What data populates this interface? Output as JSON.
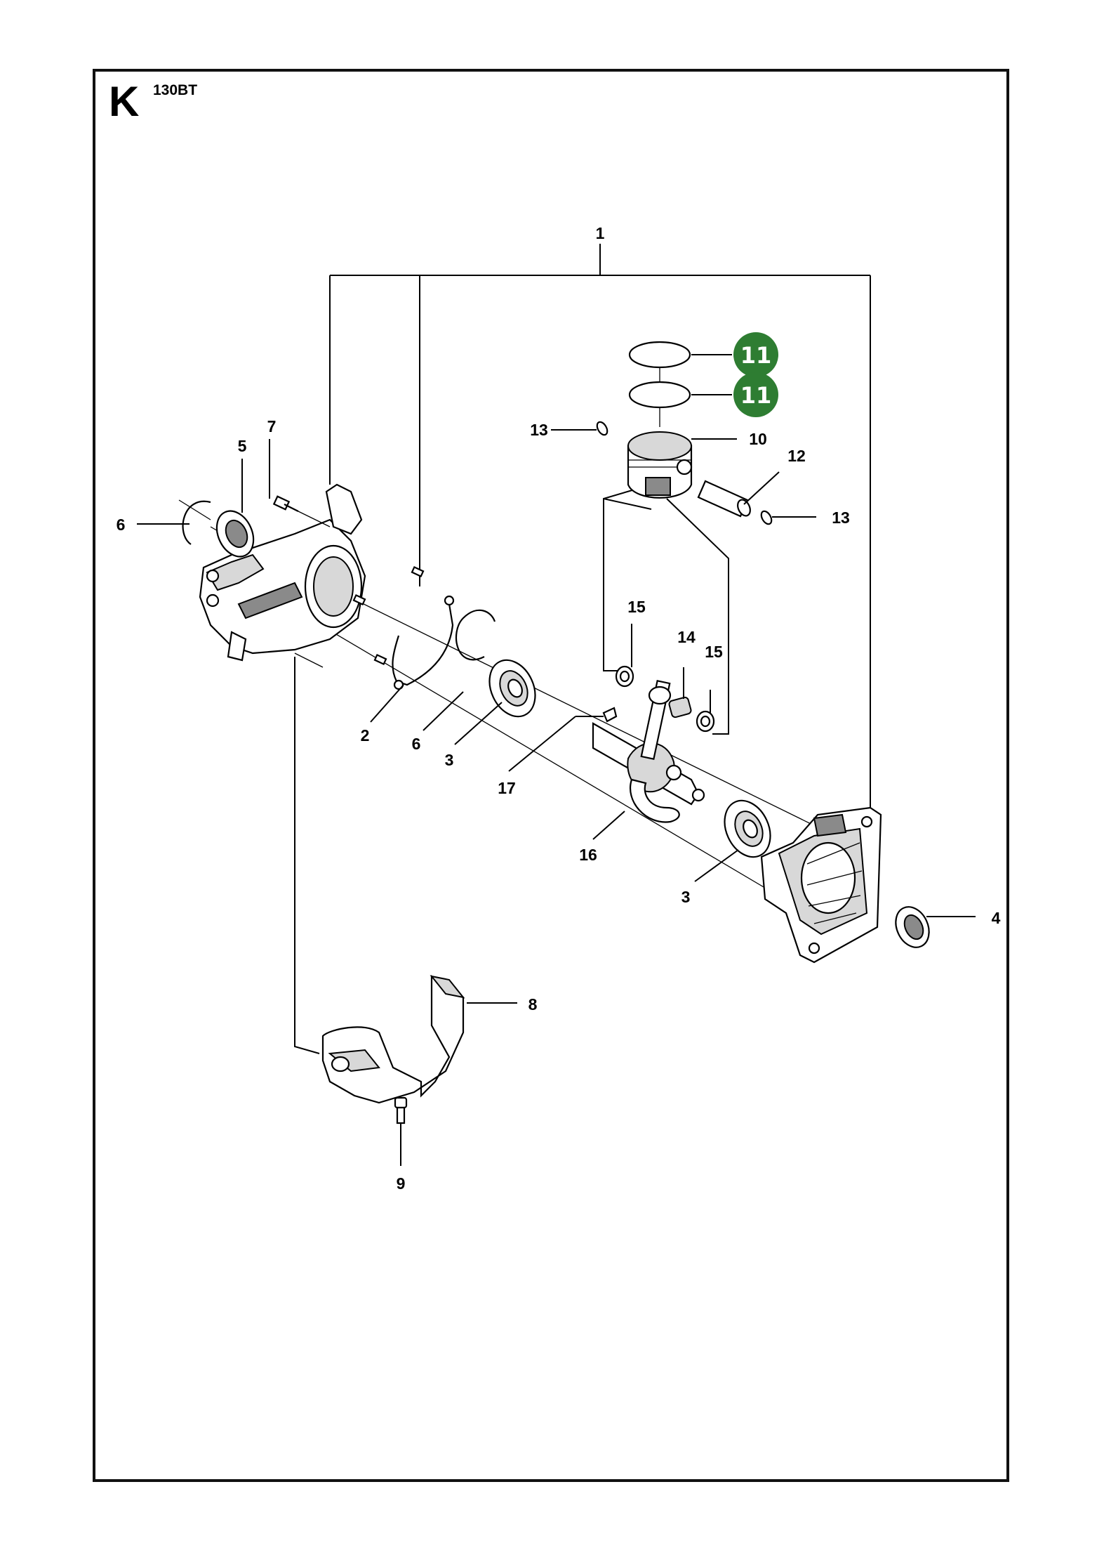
{
  "section": {
    "letter": "K",
    "model": "130BT"
  },
  "highlight_color": "#2e7d32",
  "callouts": {
    "c1": "1",
    "c2": "2",
    "c3a": "3",
    "c3b": "3",
    "c4": "4",
    "c5": "5",
    "c6a": "6",
    "c6b": "6",
    "c7": "7",
    "c8": "8",
    "c9": "9",
    "c10": "10",
    "c11a": "11",
    "c11b": "11",
    "c12": "12",
    "c13a": "13",
    "c13b": "13",
    "c14": "14",
    "c15a": "15",
    "c15b": "15",
    "c16": "16",
    "c17": "17"
  }
}
